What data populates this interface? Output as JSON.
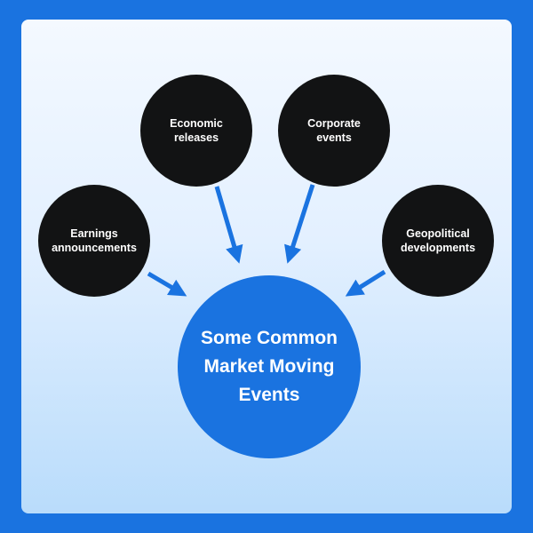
{
  "diagram": {
    "center": {
      "label": "Some Common\nMarket Moving\nEvents"
    },
    "nodes": [
      {
        "id": "economic",
        "label": "Economic\nreleases"
      },
      {
        "id": "corporate",
        "label": "Corporate\nevents"
      },
      {
        "id": "earnings",
        "label": "Earnings\nannouncements"
      },
      {
        "id": "geopolitical",
        "label": "Geopolitical\ndevelopments"
      }
    ]
  },
  "colors": {
    "frame": "#1a73e0",
    "node_fill": "#121314",
    "center_fill": "#1a73e0",
    "arrow": "#1a73e0",
    "text": "#ffffff"
  }
}
